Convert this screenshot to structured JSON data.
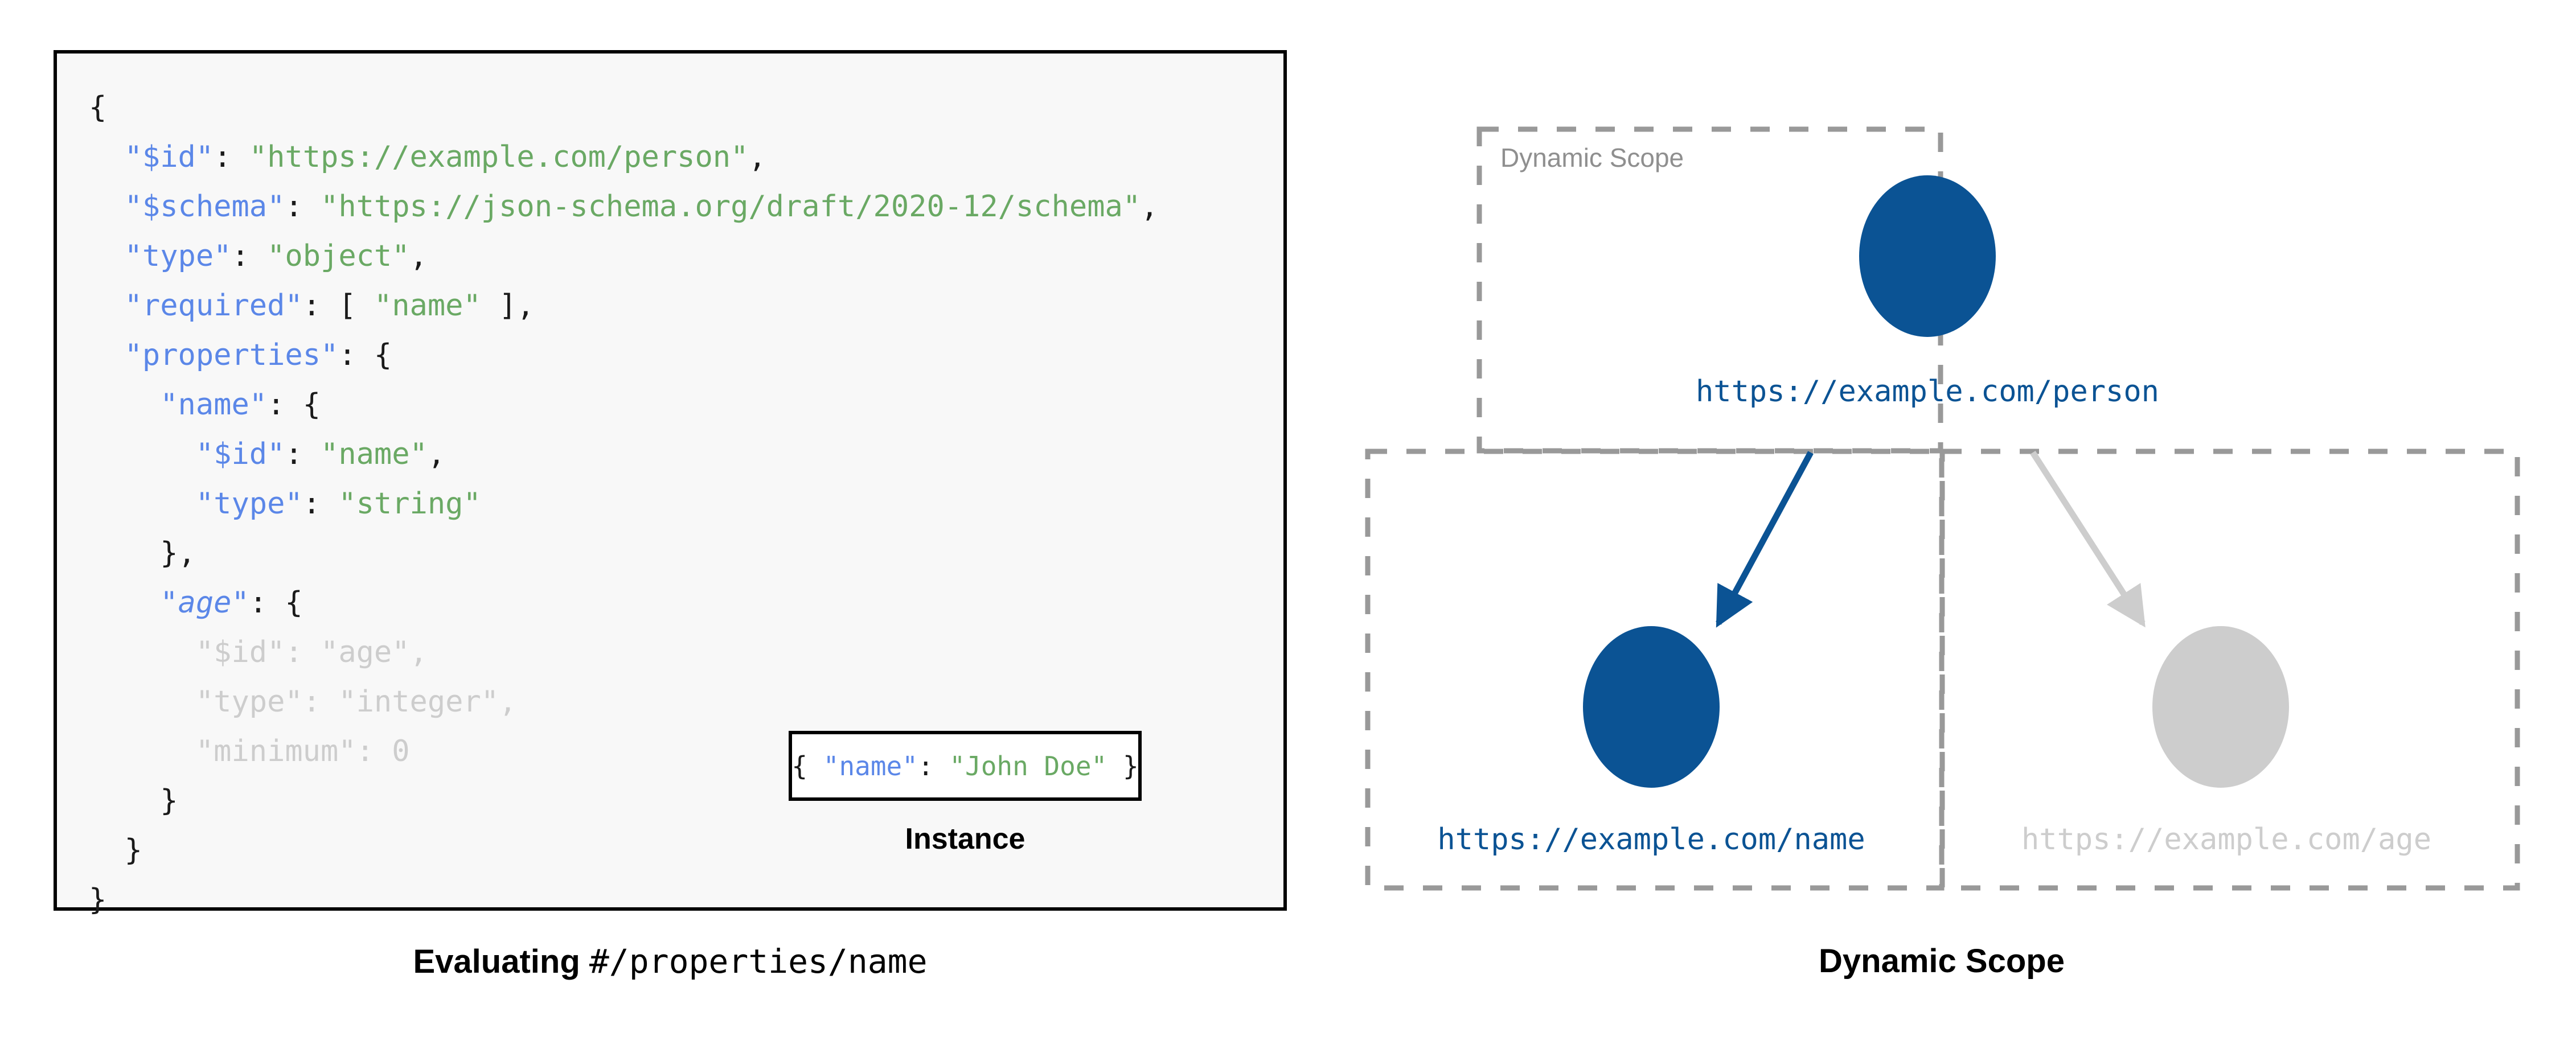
{
  "schema_panel": {
    "code_lines": [
      [
        {
          "t": "{",
          "c": "p"
        }
      ],
      [
        {
          "t": "  ",
          "c": "p"
        },
        {
          "t": "\"$id\"",
          "c": "k"
        },
        {
          "t": ": ",
          "c": "p"
        },
        {
          "t": "\"https://example.com/person\"",
          "c": "s"
        },
        {
          "t": ",",
          "c": "p"
        }
      ],
      [
        {
          "t": "  ",
          "c": "p"
        },
        {
          "t": "\"$schema\"",
          "c": "k"
        },
        {
          "t": ": ",
          "c": "p"
        },
        {
          "t": "\"https://json-schema.org/draft/2020-12/schema\"",
          "c": "s"
        },
        {
          "t": ",",
          "c": "p"
        }
      ],
      [
        {
          "t": "  ",
          "c": "p"
        },
        {
          "t": "\"type\"",
          "c": "k"
        },
        {
          "t": ": ",
          "c": "p"
        },
        {
          "t": "\"object\"",
          "c": "s"
        },
        {
          "t": ",",
          "c": "p"
        }
      ],
      [
        {
          "t": "  ",
          "c": "p"
        },
        {
          "t": "\"required\"",
          "c": "k"
        },
        {
          "t": ": [ ",
          "c": "p"
        },
        {
          "t": "\"name\"",
          "c": "s"
        },
        {
          "t": " ],",
          "c": "p"
        }
      ],
      [
        {
          "t": "  ",
          "c": "p"
        },
        {
          "t": "\"properties\"",
          "c": "k"
        },
        {
          "t": ": {",
          "c": "p"
        }
      ],
      [
        {
          "t": "    ",
          "c": "p"
        },
        {
          "t": "\"name\"",
          "c": "k"
        },
        {
          "t": ": {",
          "c": "p"
        }
      ],
      [
        {
          "t": "      ",
          "c": "p"
        },
        {
          "t": "\"$id\"",
          "c": "k"
        },
        {
          "t": ": ",
          "c": "p"
        },
        {
          "t": "\"name\"",
          "c": "s"
        },
        {
          "t": ",",
          "c": "p"
        }
      ],
      [
        {
          "t": "      ",
          "c": "p"
        },
        {
          "t": "\"type\"",
          "c": "k"
        },
        {
          "t": ": ",
          "c": "p"
        },
        {
          "t": "\"string\"",
          "c": "s"
        }
      ],
      [
        {
          "t": "    },",
          "c": "p"
        }
      ],
      [
        {
          "t": "    ",
          "c": "p"
        },
        {
          "t": "\"age\"",
          "c": "k ital"
        },
        {
          "t": ": {",
          "c": "p"
        }
      ],
      [
        {
          "t": "      ",
          "c": "dim"
        },
        {
          "t": "\"$id\"",
          "c": "dim"
        },
        {
          "t": ": ",
          "c": "dim"
        },
        {
          "t": "\"age\"",
          "c": "dim"
        },
        {
          "t": ",",
          "c": "dim"
        }
      ],
      [
        {
          "t": "      ",
          "c": "dim"
        },
        {
          "t": "\"type\"",
          "c": "dim"
        },
        {
          "t": ": ",
          "c": "dim"
        },
        {
          "t": "\"integer\"",
          "c": "dim"
        },
        {
          "t": ",",
          "c": "dim"
        }
      ],
      [
        {
          "t": "      ",
          "c": "dim"
        },
        {
          "t": "\"minimum\"",
          "c": "dim"
        },
        {
          "t": ": 0",
          "c": "dim"
        }
      ],
      [
        {
          "t": "    }",
          "c": "p"
        }
      ],
      [
        {
          "t": "  }",
          "c": "p"
        }
      ],
      [
        {
          "t": "}",
          "c": "p"
        }
      ]
    ],
    "instance": {
      "code_parts": [
        {
          "t": "{ ",
          "c": "p"
        },
        {
          "t": "\"name\"",
          "c": "k"
        },
        {
          "t": ": ",
          "c": "p"
        },
        {
          "t": "\"John Doe\"",
          "c": "s"
        },
        {
          "t": " }",
          "c": "p"
        }
      ],
      "caption": "Instance"
    },
    "caption": {
      "bold_word": "Evaluating",
      "mono_word": "#/properties/name"
    }
  },
  "diagram": {
    "caption": "Dynamic Scope",
    "scope_label": "Dynamic Scope",
    "nodes": [
      {
        "id": "person",
        "uri": "https://example.com/person",
        "state": "active"
      },
      {
        "id": "name",
        "uri": "https://example.com/name",
        "state": "active"
      },
      {
        "id": "age",
        "uri": "https://example.com/age",
        "state": "dim"
      }
    ],
    "edges": [
      {
        "from": "person",
        "to": "name",
        "state": "active"
      },
      {
        "from": "person",
        "to": "age",
        "state": "dim"
      }
    ]
  },
  "colors": {
    "accent_blue": "#0b5394",
    "dim_grey": "#cdcdcd",
    "dash_grey": "#999999",
    "key_blue": "#5b87e8",
    "string_green": "#6aa964",
    "label_grey": "#8f8f8f",
    "panel_bg": "#f8f8f8",
    "border_black": "#000000"
  }
}
